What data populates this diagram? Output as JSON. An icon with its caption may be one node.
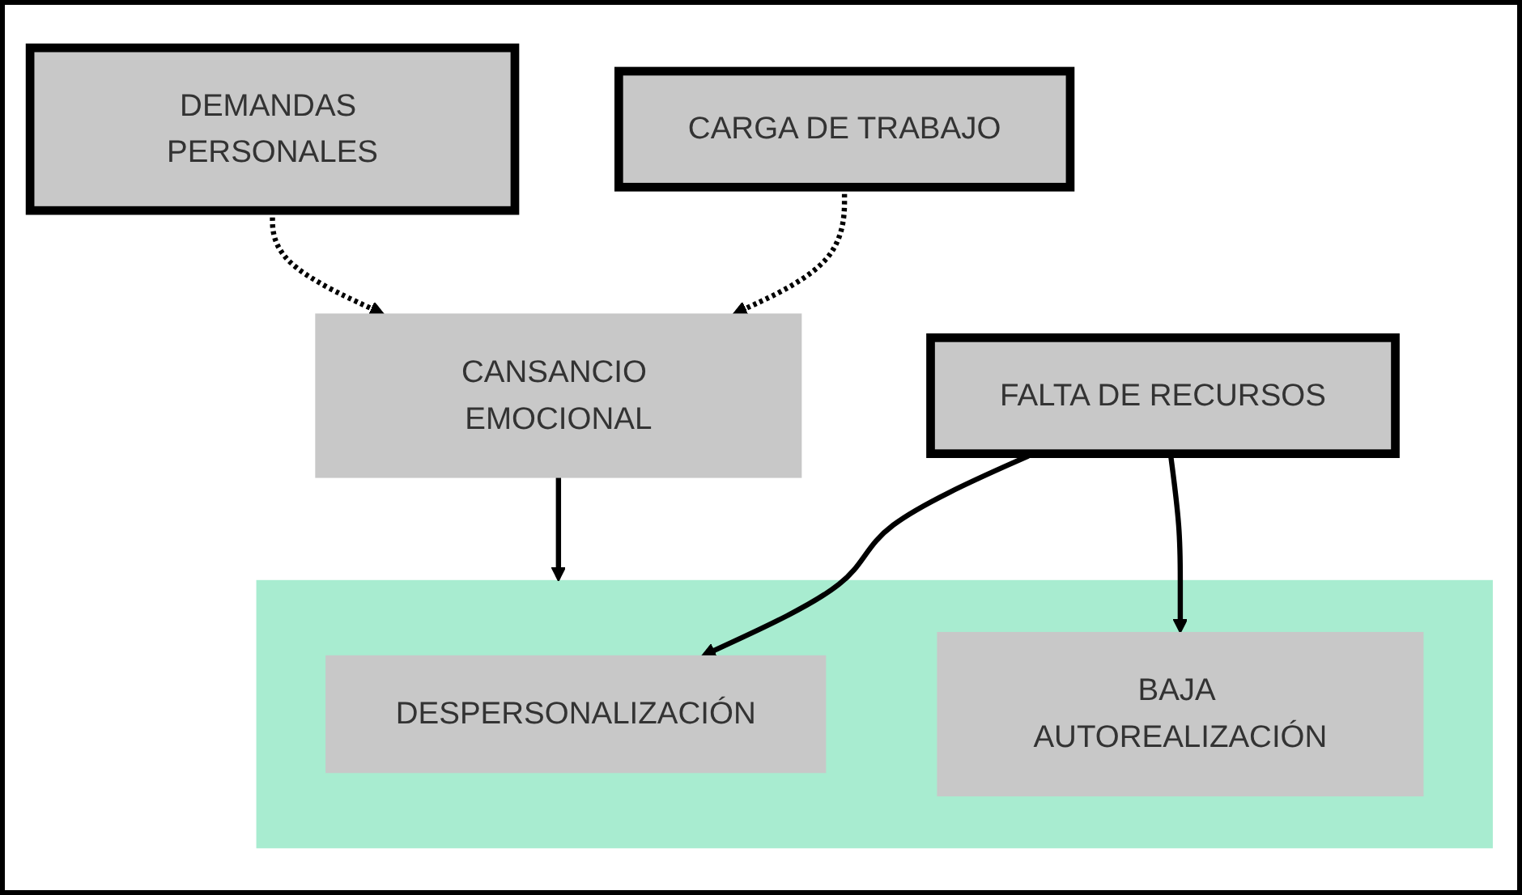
{
  "diagram": {
    "nodes": [
      {
        "text": [
          "DEMANDAS PERSONALES"
        ]
      },
      {
        "text": [
          "CARGA DE TRABAJO"
        ]
      },
      {
        "text": [
          "CANSANCIO EMOCIONAL"
        ]
      },
      {
        "text": [
          "FALTA DE RECURSOS"
        ]
      },
      {
        "text": [],
        "shape": "box"
      },
      {
        "text": [
          "DESPERSONALIZACIÓN"
        ],
        "in": 4
      },
      {
        "text": [
          "BAJA AUTOREALIZACIÓN"
        ],
        "in": 4
      }
    ],
    "edges": [
      {
        "from": 0,
        "to": 2,
        "arrow": "to",
        "style": "dashed"
      },
      {
        "from": 1,
        "to": 2,
        "arrow": "to",
        "style": "dashed"
      },
      {
        "from": 2,
        "to": 4,
        "arrow": "to"
      },
      {
        "from": 3,
        "to": 5,
        "arrow": "to"
      },
      {
        "from": 3,
        "to": 6,
        "arrow": "to"
      }
    ]
  }
}
